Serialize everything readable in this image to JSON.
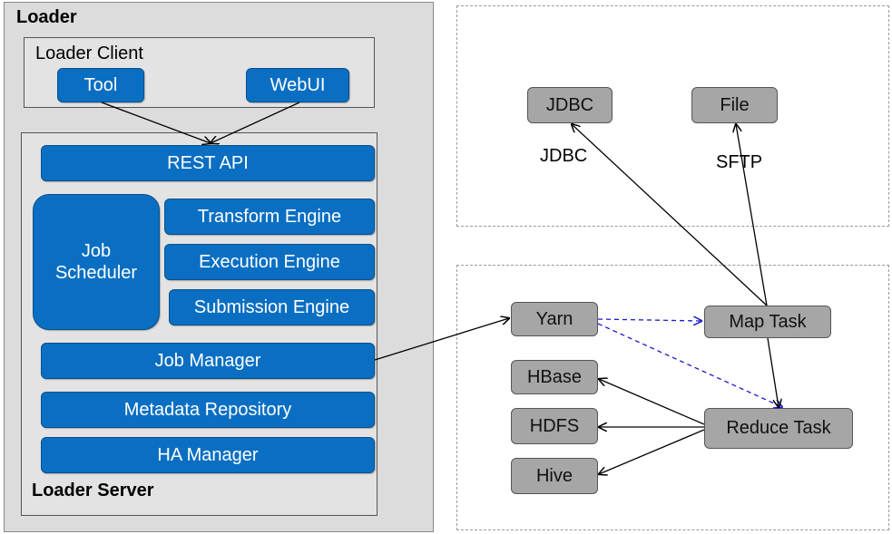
{
  "loader": {
    "title": "Loader",
    "client": {
      "title": "Loader Client",
      "tool": "Tool",
      "webui": "WebUI"
    },
    "server": {
      "title": "Loader Server",
      "rest_api": "REST API",
      "job_scheduler": "Job\nScheduler",
      "transform_engine": "Transform Engine",
      "execution_engine": "Execution Engine",
      "submission_engine": "Submission Engine",
      "job_manager": "Job Manager",
      "metadata_repository": "Metadata Repository",
      "ha_manager": "HA Manager"
    }
  },
  "external": {
    "jdbc_box": "JDBC",
    "file_box": "File",
    "jdbc_label": "JDBC",
    "sftp_label": "SFTP"
  },
  "cluster": {
    "yarn": "Yarn",
    "map_task": "Map Task",
    "reduce_task": "Reduce Task",
    "hbase": "HBase",
    "hdfs": "HDFS",
    "hive": "Hive"
  },
  "colors": {
    "component_blue": "#0a6fc2",
    "node_gray": "#a6a6a6",
    "dashed_arrow": "#1a1acc"
  }
}
